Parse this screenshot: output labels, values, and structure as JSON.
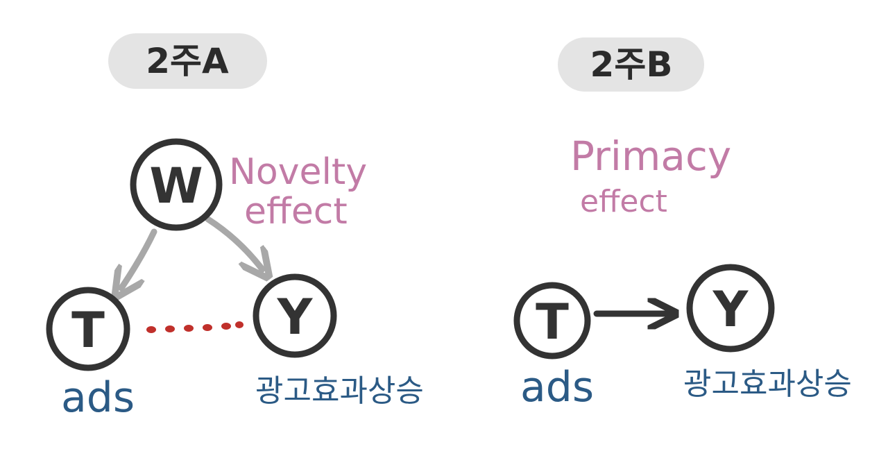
{
  "panels": {
    "left": {
      "title": "2주A",
      "confounder": {
        "node_label": "W",
        "annotation_line1": "Novelty",
        "annotation_line2": "effect"
      },
      "treatment": {
        "node_label": "T",
        "caption": "ads"
      },
      "outcome": {
        "node_label": "Y",
        "caption": "광고효과상승"
      }
    },
    "right": {
      "title": "2주B",
      "annotation_line1": "Primacy",
      "annotation_line2": "effect",
      "treatment": {
        "node_label": "T",
        "caption": "ads"
      },
      "outcome": {
        "node_label": "Y",
        "caption": "광고효과상승"
      }
    }
  },
  "colors": {
    "node_stroke": "#333333",
    "pill_background": "#e4e4e4",
    "annotation_pink": "#c27ba6",
    "caption_blue": "#2b5a85",
    "confounder_arrow_gray": "#a8a8a8",
    "spurious_link_red": "#c0302b"
  }
}
